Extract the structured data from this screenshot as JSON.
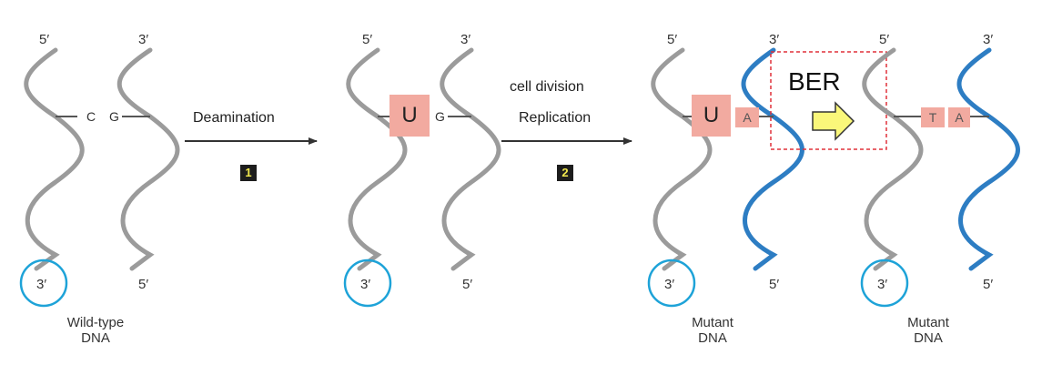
{
  "colors": {
    "old_strand": "#9b9b9b",
    "new_strand": "#2d7dc3",
    "highlight_box": "#f2aaa0",
    "circle": "#1ea3d8",
    "step_badge_bg": "#1d1d1d",
    "step_badge_text": "#f2e94e",
    "ber_arrow_fill": "#faf77a",
    "ber_box_border": "#e0303a"
  },
  "panel1": {
    "left_top": "5′",
    "right_top": "3′",
    "left_bottom": "3′",
    "right_bottom": "5′",
    "base_left": "C",
    "base_right": "G",
    "caption_line1": "Wild-type",
    "caption_line2": "DNA"
  },
  "step1": {
    "label": "Deamination",
    "number": "1"
  },
  "panel2": {
    "left_top": "5′",
    "right_top": "3′",
    "left_bottom": "3′",
    "right_bottom": "5′",
    "base_left": "U",
    "base_right": "G"
  },
  "step2": {
    "label_top": "cell division",
    "label": "Replication",
    "number": "2"
  },
  "panel3": {
    "left_top": "5′",
    "right_top": "3′",
    "left_bottom": "3′",
    "right_bottom": "5′",
    "base_left": "U",
    "base_right": "A",
    "caption_line1": "Mutant",
    "caption_line2": "DNA"
  },
  "ber": {
    "label": "BER"
  },
  "panel4": {
    "left_top": "5′",
    "right_top": "3′",
    "left_bottom": "3′",
    "right_bottom": "5′",
    "base_left": "T",
    "base_right": "A",
    "caption_line1": "Mutant",
    "caption_line2": "DNA"
  }
}
